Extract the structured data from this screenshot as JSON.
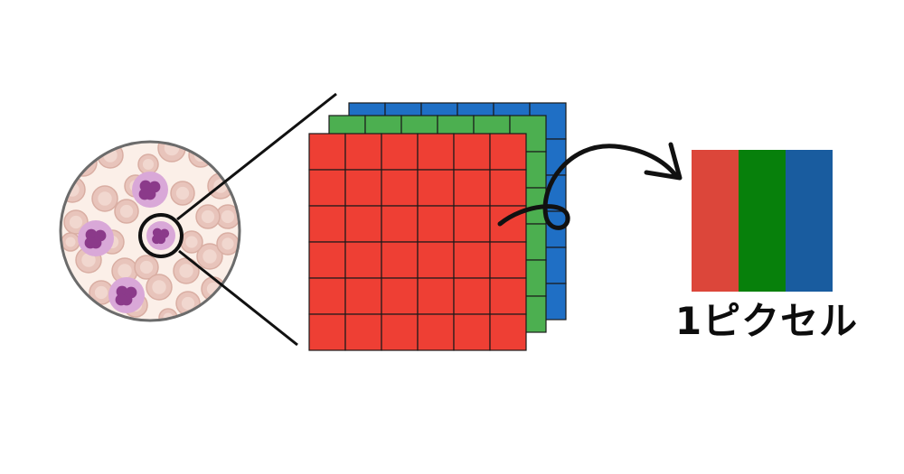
{
  "diagram": {
    "caption": "1ピクセル",
    "grid": {
      "rows": 6,
      "cols": 6
    },
    "layers": [
      {
        "channel": "blue",
        "color": "#1f6fc5"
      },
      {
        "channel": "green",
        "color": "#4caf50"
      },
      {
        "channel": "red",
        "color": "#ee3f34"
      }
    ],
    "pixel_channels": [
      {
        "channel": "red",
        "color": "#dc463a"
      },
      {
        "channel": "green",
        "color": "#07800b"
      },
      {
        "channel": "blue",
        "color": "#195c9f"
      }
    ],
    "cell_colors": {
      "background": "#fbefe8",
      "red_blood_cell": "#e8c4bb",
      "white_blood_cell_cytoplasm": "#d9a8d8",
      "white_blood_cell_nucleus": "#8b3a8a"
    }
  }
}
